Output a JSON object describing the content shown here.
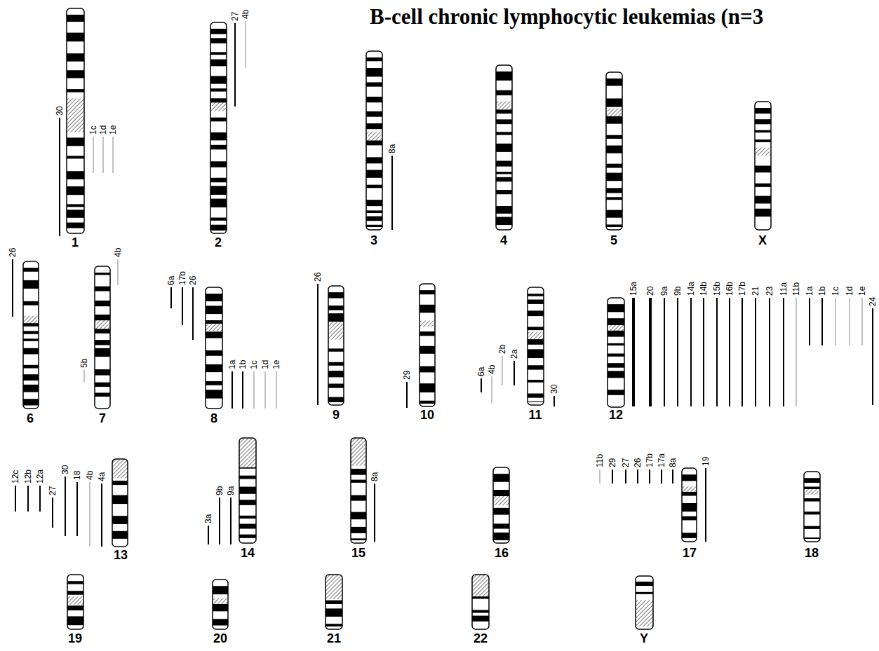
{
  "diagram": {
    "title": "B-cell chronic lymphocytic leukemias (n=3",
    "labels": [
      "30",
      "1c",
      "1d",
      "1e",
      "1",
      "27",
      "4b",
      "2",
      "8a",
      "3",
      "4",
      "5",
      "X",
      "26",
      "6",
      "4b",
      "5b",
      "7",
      "6a",
      "17b",
      "26",
      "1a",
      "1b",
      "1c",
      "1d",
      "1e",
      "8",
      "26",
      "9",
      "29",
      "10",
      "6a",
      "4b",
      "2b",
      "2a",
      "30",
      "11",
      "15a",
      "20",
      "9a",
      "9b",
      "14a",
      "14b",
      "15b",
      "16b",
      "17b",
      "21",
      "23",
      "11a",
      "11b",
      "1a",
      "1b",
      "1c",
      "1d",
      "1e",
      "24",
      "12",
      "12c",
      "12b",
      "12a",
      "27",
      "30",
      "18",
      "4b",
      "4a",
      "13",
      "3a",
      "9b",
      "9a",
      "14",
      "8a",
      "15",
      "16",
      "11b",
      "29",
      "27",
      "26",
      "17b",
      "17a",
      "8a",
      "19",
      "17",
      "18",
      "19",
      "20",
      "21",
      "22",
      "Y"
    ]
  }
}
